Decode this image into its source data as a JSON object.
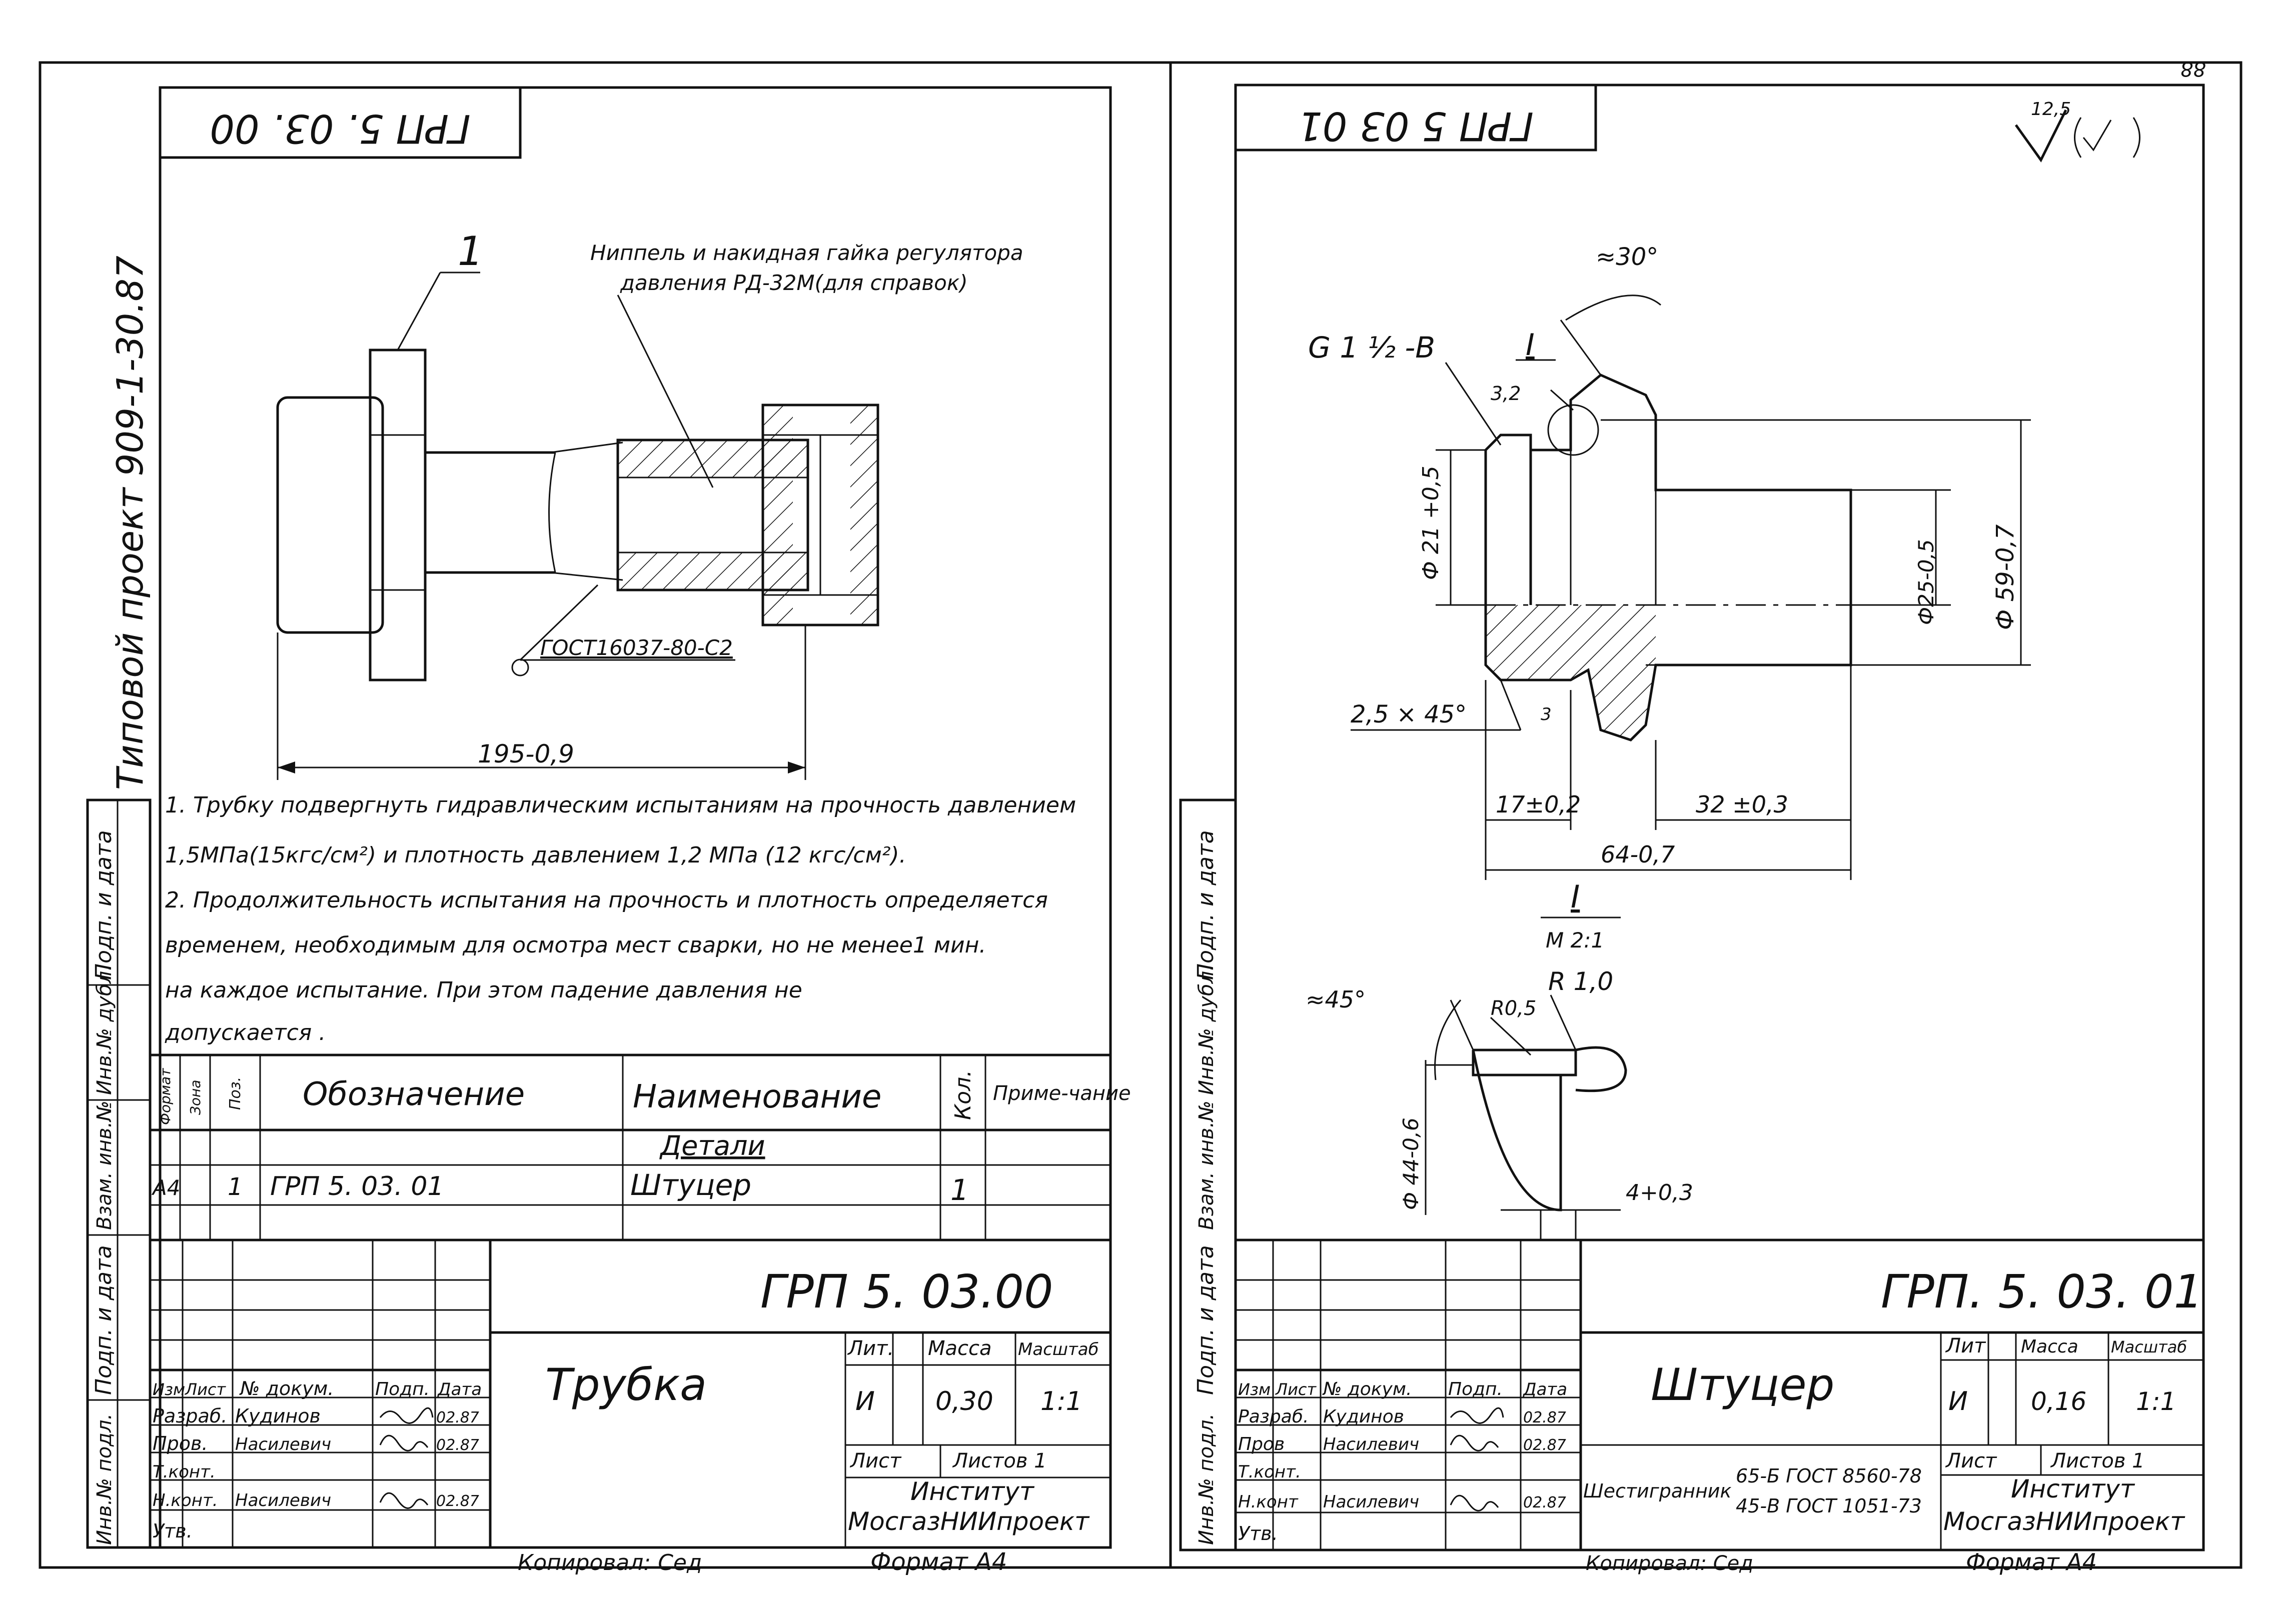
{
  "sheet_number": "88",
  "left_sheet": {
    "stamp_code": "ГРП 5. 03. 00",
    "project_vertical": "Типовой   проект   909-1-30.87",
    "callout_position": "1",
    "nipple_note": [
      "Ниппель и накидная гайка регулятора",
      "давления РД-32М(для   справок)"
    ],
    "weld_symbol": "ГОСТ16037-80-С2",
    "dimension_length": "195-0,9",
    "notes": [
      "1. Трубку подвергнуть гидравлическим испытаниям на прочность давлением",
      "1,5МПа(15кгс/см²) и  плотность давлением 1,2 МПа (12 кгс/см²).",
      "2. Продолжительность испытания на прочность и плотность определяется",
      "временем, необходимым для осмотра мест сварки, но не менее1 мин.",
      "на  каждое испытание. При этом падение давления    не",
      "допускается ."
    ],
    "spec_headers": {
      "format": "Формат",
      "zone": "Зона",
      "pos": "Поз.",
      "designation": "Обозначение",
      "name": "Наименование",
      "qty": "Кол.",
      "note": "Приме-чание"
    },
    "spec_section": "Детали",
    "spec_rows": [
      {
        "format": "А4",
        "pos": "1",
        "designation": "ГРП 5. 03. 01",
        "name": "Штуцер",
        "qty": "1"
      }
    ],
    "title_block": {
      "doc_code": "ГРП 5. 03.00",
      "title": "Трубка",
      "lit": "Лит.",
      "mass": "Масса",
      "scale": "Масштаб",
      "lit_value": "И",
      "mass_value": "0,30",
      "scale_value": "1:1",
      "sheet": "Лист",
      "sheets": "Листов 1",
      "organization": [
        "Институт",
        "МосгазНИИпроект"
      ],
      "col_labels": [
        "Изм",
        "Лист",
        "№ докум.",
        "Подп.",
        "Дата"
      ],
      "roles": [
        {
          "role": "Разраб.",
          "name": "Кудинов",
          "date": "02.87"
        },
        {
          "role": "Пров.",
          "name": "Насилевич",
          "date": "02.87"
        },
        {
          "role": "Т.конт.",
          "name": "",
          "date": ""
        },
        {
          "role": "Н.конт.",
          "name": "Насилевич",
          "date": "02.87"
        },
        {
          "role": "Утв.",
          "name": "",
          "date": ""
        }
      ]
    },
    "side_labels": [
      "Подп. и дата",
      "Инв.№ дубл.",
      "Взам. инв.№",
      "Подп. и дата",
      "Инв.№ подл."
    ],
    "copied": "Копировал: Сед",
    "format": "Формат А4"
  },
  "right_sheet": {
    "stamp_code": "ГРП 5 03 01",
    "roughness": "12,5",
    "thread": "G 1 ½ -В",
    "view_mark": "I",
    "dims": {
      "angle_top": "≈30°",
      "chamfer_depth": "3,2",
      "dia_bore": "Ф 21 +0,5",
      "dia_shank": "Ф25-0,5",
      "dia_collar": "Ф 59-0,7",
      "chamfer": "2,5 × 45°",
      "len_17": "17±0,2",
      "len_32": "32 ±0,3",
      "len_64": "64-0,7",
      "dim_3": "3"
    },
    "detail": {
      "mark": "I",
      "scale": "М 2:1",
      "angle": "≈45°",
      "r_small": "R0,5",
      "r_large": "R 1,0",
      "dia": "Ф 44-0,6",
      "width": "4+0,3"
    },
    "title_block": {
      "doc_code": "ГРП. 5. 03. 01",
      "title": "Штуцер",
      "lit": "Лит",
      "mass": "Масса",
      "scale": "Масштаб",
      "lit_value": "И",
      "mass_value": "0,16",
      "scale_value": "1:1",
      "sheet": "Лист",
      "sheets": "Листов 1",
      "material_label": "Шестигранник",
      "material": [
        "65-Б ГОСТ 8560-78",
        "45-В ГОСТ 1051-73"
      ],
      "organization": [
        "Институт",
        "МосгазНИИпроект"
      ],
      "col_labels": [
        "Изм",
        "Лист",
        "№ докум.",
        "Подп.",
        "Дата"
      ],
      "roles": [
        {
          "role": "Разраб.",
          "name": "Кудинов",
          "date": "02.87"
        },
        {
          "role": "Пров",
          "name": "Насилевич",
          "date": "02.87"
        },
        {
          "role": "Т.конт.",
          "name": "",
          "date": ""
        },
        {
          "role": "Н.конт",
          "name": "Насилевич",
          "date": "02.87"
        },
        {
          "role": "Утв.",
          "name": "",
          "date": ""
        }
      ]
    },
    "side_labels": [
      "Подп. и дата",
      "Инв.№ дубл.",
      "Взам. инв.№",
      "Подп. и дата",
      "Инв.№ подл."
    ],
    "copied": "Копировал: Сед",
    "format": "Формат А4"
  }
}
